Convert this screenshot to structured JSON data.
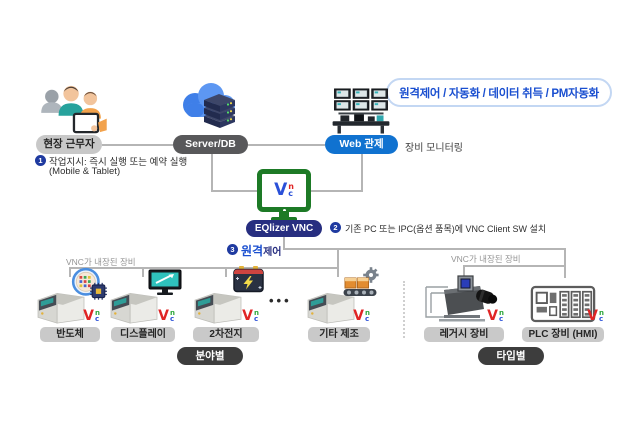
{
  "title_box": {
    "label": "원격제어 / 자동화 / 데이터 취득 / PM자동화"
  },
  "nodes": {
    "field_worker": "현장 근무자",
    "server_db": "Server/DB",
    "web_control": "Web 관제",
    "web_control_note": "장비 모니터링",
    "eqlizer": "EQlizer VNC"
  },
  "steps": {
    "s1": {
      "num": "1",
      "line1": "작업지시: 즉시 실행 또는 예약 실행",
      "line2": "(Mobile & Tablet)"
    },
    "s2": {
      "num": "2",
      "text": "기존 PC 또는 IPC(옵션 품목)에 VNC Client SW 설치"
    },
    "s3": {
      "num": "3",
      "strong": "원격",
      "rest": "제어"
    }
  },
  "vnc_logo": {
    "v": "V",
    "n": "n",
    "c": "c"
  },
  "brackets": {
    "left": "VNC가 내장된 장비",
    "right": "VNC가 내장된 장비"
  },
  "devices": [
    {
      "label": "반도체",
      "icon": "semiconductor-wafer-icon"
    },
    {
      "label": "디스플레이",
      "icon": "display-monitor-icon"
    },
    {
      "label": "2차전지",
      "icon": "battery-icon"
    },
    {
      "label": "기타 제조",
      "icon": "conveyor-gear-icon"
    },
    {
      "label": "레거시 장비",
      "icon": "legacy-inspection-machine-icon"
    },
    {
      "label": "PLC 장비 (HMI)",
      "icon": "plc-panel-icon"
    }
  ],
  "ellipsis": "•••",
  "group_labels": {
    "left": "분야별",
    "right": "타입별"
  },
  "colors": {
    "accent_blue": "#1a4fd0",
    "web_pill_blue": "#1072d0",
    "navy": "#272e80",
    "vnc_green": "#1d7a26",
    "gray_pill": "#c9c9c9",
    "dark_pill": "#3d3d3d",
    "line_gray": "#b5b5b5",
    "logo_red": "#e02525",
    "logo_green": "#2fa83c",
    "logo_blue": "#2a50d8"
  }
}
